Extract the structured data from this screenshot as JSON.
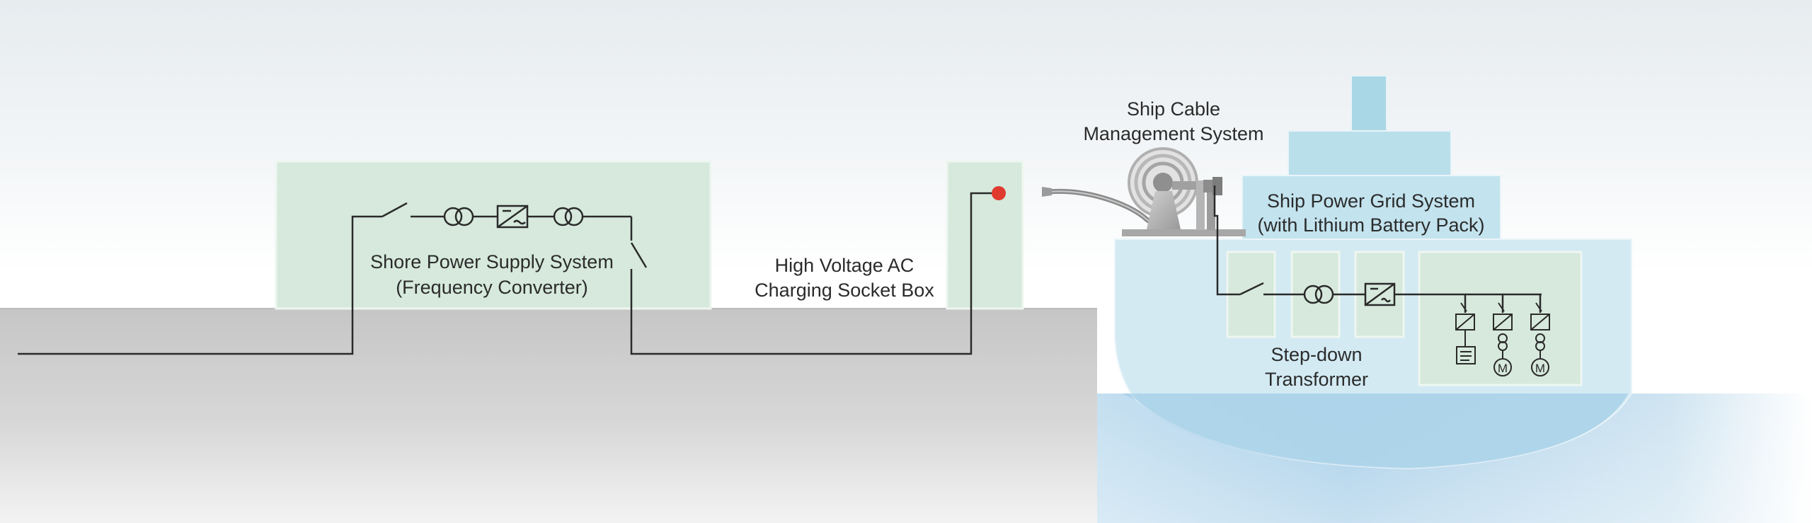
{
  "labels": {
    "shore_supply": {
      "line1": "Shore Power Supply System",
      "line2": "(Frequency Converter)"
    },
    "socket_box": {
      "line1": "High Voltage AC",
      "line2": "Charging Socket Box"
    },
    "cable_mgmt": {
      "line1": "Ship Cable",
      "line2": "Management System"
    },
    "ship_grid": {
      "line1": "Ship Power Grid System",
      "line2": "(with Lithium Battery Pack)"
    },
    "transformer": {
      "line1": "Step-down",
      "line2": "Transformer"
    }
  },
  "motor_symbol_text": "M",
  "icons": [
    "switch-icon",
    "transformer-icon",
    "converter-icon",
    "cable-reel-icon",
    "motor-icon",
    "battery-icon",
    "socket-indicator-icon"
  ],
  "colors": {
    "box_fill": "#d6e9dc",
    "box_stroke": "#eef6f0",
    "ground": "#c7c7c7",
    "ship_hull": "#cde8f2",
    "water": "#a9cfe9",
    "wire": "#2a2a2a",
    "indicator": "#e03a2f"
  }
}
